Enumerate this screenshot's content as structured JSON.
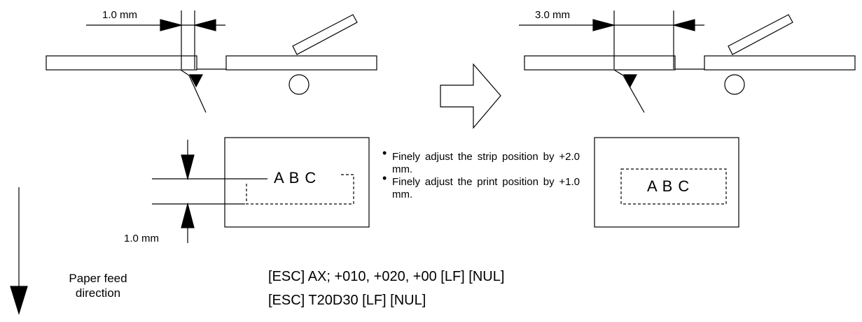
{
  "left_panel": {
    "gap_label": "1.0 mm",
    "label_letters": "A B C",
    "offset_label": "1.0 mm"
  },
  "right_panel": {
    "gap_label": "3.0 mm",
    "label_letters": "A B C"
  },
  "notes": [
    "Finely adjust the strip position by +2.0 mm.",
    "Finely adjust the print position by +1.0 mm."
  ],
  "feed_direction_label": "Paper feed direction",
  "commands": [
    "[ESC] AX; +010, +020, +00 [LF] [NUL]",
    "[ESC] T20D30 [LF] [NUL]"
  ]
}
